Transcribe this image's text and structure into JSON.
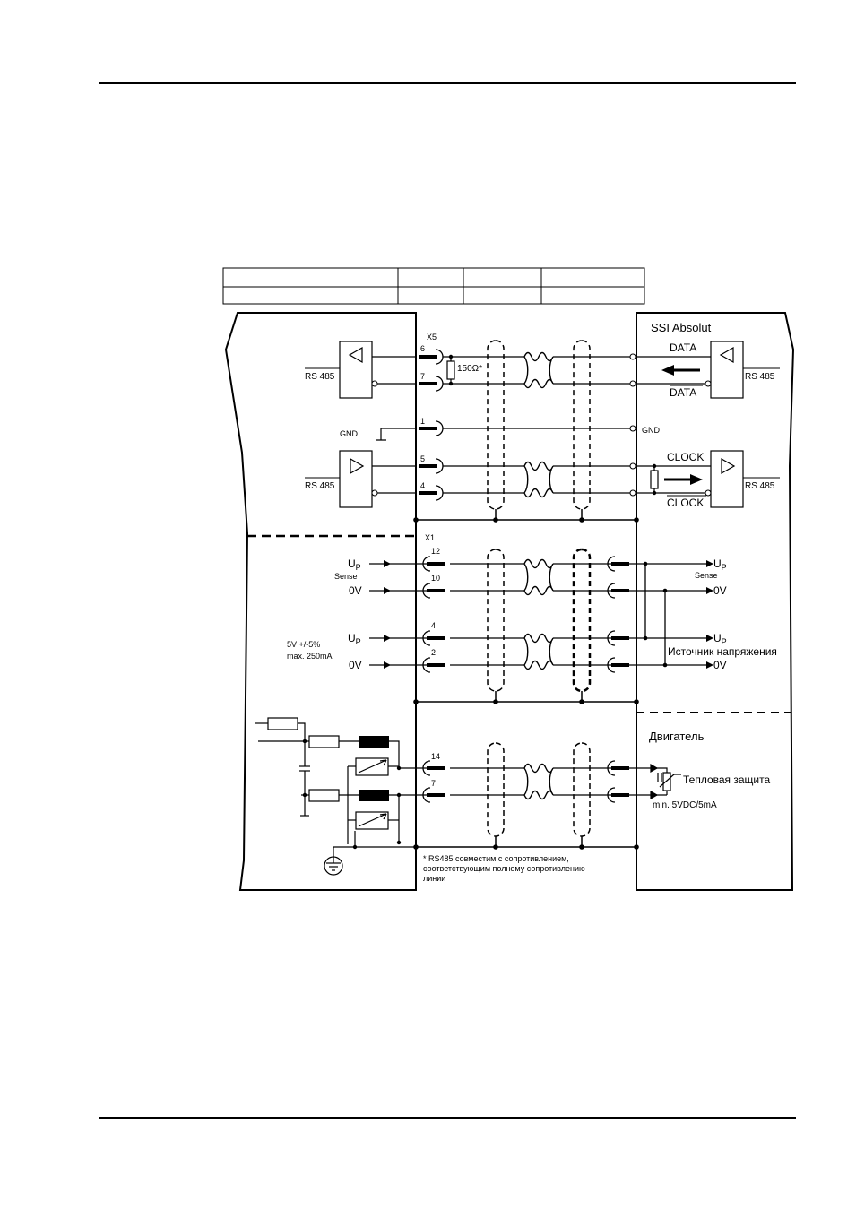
{
  "colors": {
    "ink": "#000000",
    "paper": "#ffffff"
  },
  "labels": {
    "ssi_title": "SSI Absolut",
    "data": "DATA",
    "data_bar": "DATA",
    "clock": "CLOCK",
    "clock_bar": "CLOCK",
    "rs485_l1": "RS 485",
    "rs485_l2": "RS 485",
    "rs485_r1": "RS 485",
    "rs485_r2": "RS 485",
    "gnd_left": "GND",
    "gnd_right": "GND",
    "x5": "X5",
    "x1": "X1",
    "resistor": "150Ω*",
    "up_left_1": "U",
    "up_left_2": "U",
    "up_right_1": "U",
    "up_right_2": "U",
    "sub_p": "P",
    "sense_left": "Sense",
    "sense_right": "Sense",
    "ov_left_1": "0V",
    "ov_left_2": "0V",
    "ov_right_1": "0V",
    "ov_right_2": "0V",
    "supply_line1": "5V +/-5%",
    "supply_line2": "max. 250mA",
    "power_source": "Источник напряжения",
    "motor": "Двигатель",
    "thermal": "Тепловая защита",
    "thermal_spec": "min. 5VDC/5mA",
    "note_line1": "* RS485 совместим с сопротивлением,",
    "note_line2": "соответствующим полному сопротивлению",
    "note_line3": "линии"
  },
  "pins": {
    "p6": "6",
    "p7a": "7",
    "p1": "1",
    "p5": "5",
    "p4a": "4",
    "p12": "12",
    "p10": "10",
    "p4b": "4",
    "p2": "2",
    "p14": "14",
    "p7b": "7"
  }
}
